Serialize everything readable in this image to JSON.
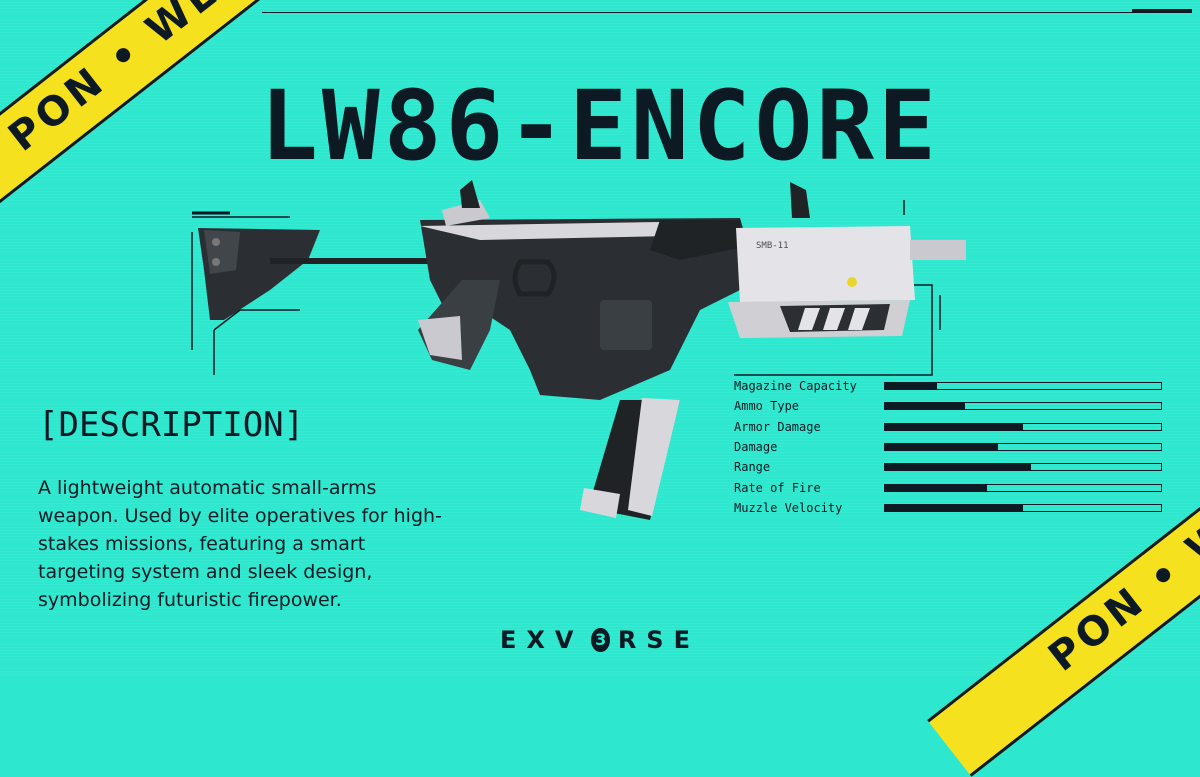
{
  "header": {
    "title": "LW86-ENCORE"
  },
  "tapes": {
    "top_left": "PON • WEA",
    "bottom_right": "PON • WEA"
  },
  "description": {
    "heading": "[DESCRIPTION]",
    "text": "A lightweight automatic small-arms weapon. Used by elite operatives for high-stakes missions, featuring a smart targeting system and sleek design, symbolizing futuristic firepower."
  },
  "gun": {
    "label": "SMB-11"
  },
  "stats": [
    {
      "label": "Magazine Capacity",
      "value": 0.19
    },
    {
      "label": "Ammo Type",
      "value": 0.29
    },
    {
      "label": "Armor Damage",
      "value": 0.5
    },
    {
      "label": "Damage",
      "value": 0.41
    },
    {
      "label": "Range",
      "value": 0.53
    },
    {
      "label": "Rate of Fire",
      "value": 0.37
    },
    {
      "label": "Muzzle Velocity",
      "value": 0.5
    }
  ],
  "brand": {
    "logo_left": "EXV",
    "logo_mark": "3",
    "logo_right": "RSE"
  },
  "colors": {
    "background": "#2de8cf",
    "tape": "#f6e11f",
    "ink": "#0d1a24"
  }
}
